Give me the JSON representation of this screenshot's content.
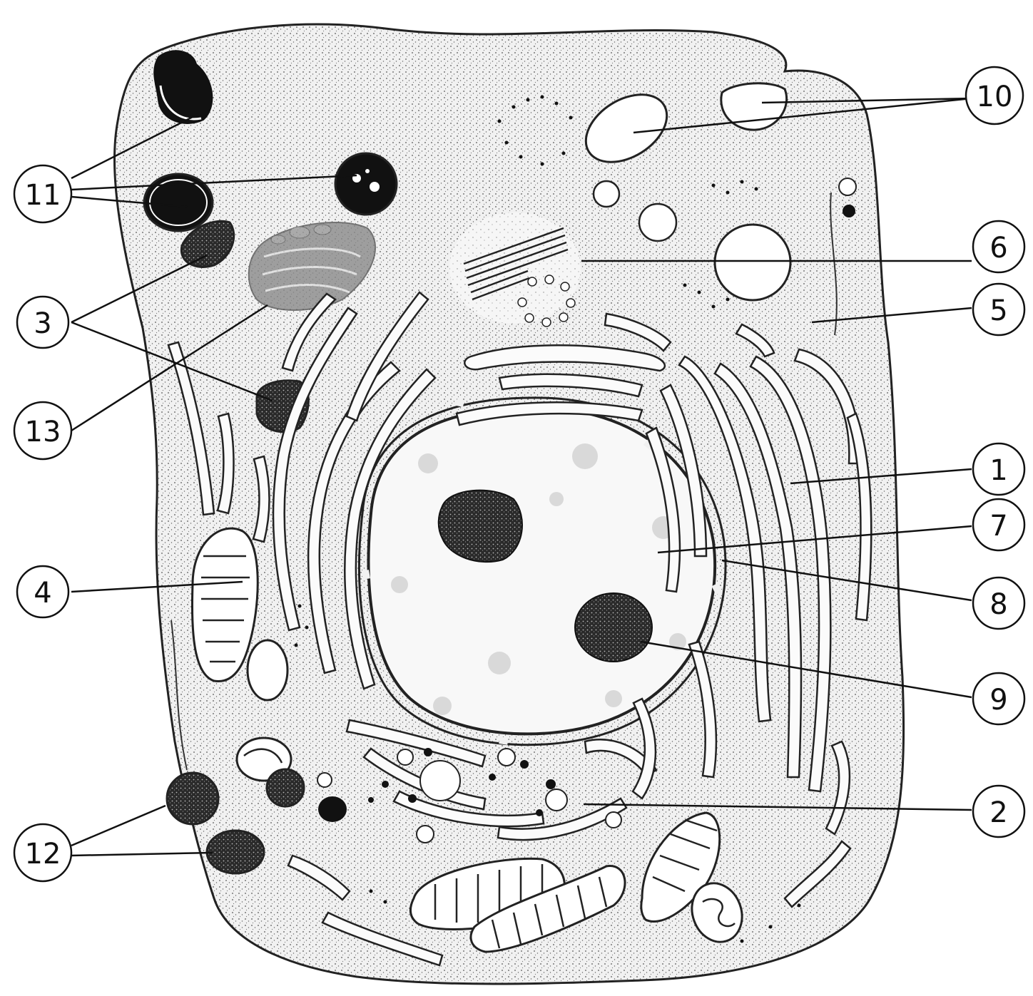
{
  "diagram": {
    "labels": [
      {
        "id": "1",
        "text": "1"
      },
      {
        "id": "2",
        "text": "2"
      },
      {
        "id": "3",
        "text": "3"
      },
      {
        "id": "4",
        "text": "4"
      },
      {
        "id": "5",
        "text": "5"
      },
      {
        "id": "6",
        "text": "6"
      },
      {
        "id": "7",
        "text": "7"
      },
      {
        "id": "8",
        "text": "8"
      },
      {
        "id": "9",
        "text": "9"
      },
      {
        "id": "10",
        "text": "10"
      },
      {
        "id": "11",
        "text": "11"
      },
      {
        "id": "12",
        "text": "12"
      },
      {
        "id": "13",
        "text": "13"
      }
    ]
  }
}
